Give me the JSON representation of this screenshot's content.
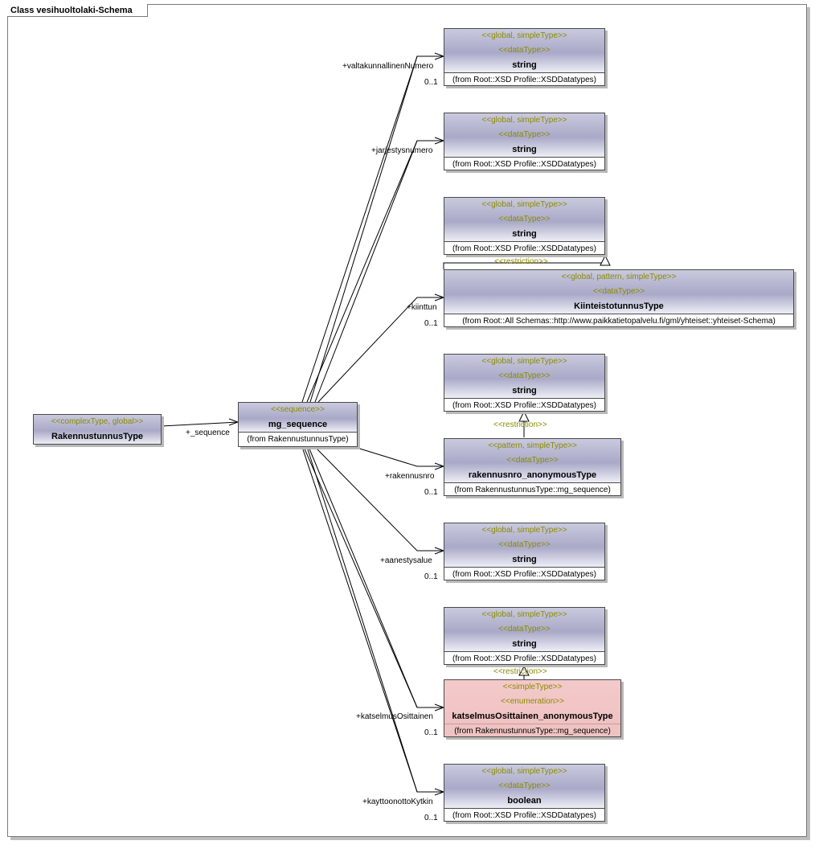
{
  "diagram_title": "Class vesihuoltolaki-Schema",
  "classes": [
    {
      "id": "rakennustunnus",
      "stereotypes": [
        "<<complexType, global>>"
      ],
      "name": "RakennustunnusType",
      "from": ""
    },
    {
      "id": "mg_sequence",
      "stereotypes": [
        "<<sequence>>"
      ],
      "name": "mg_sequence",
      "from": "(from RakennustunnusType)"
    },
    {
      "id": "string1",
      "stereotypes": [
        "<<global, simpleType>>",
        "<<dataType>>"
      ],
      "name": "string",
      "from": "(from Root::XSD Profile::XSDDatatypes)"
    },
    {
      "id": "string2",
      "stereotypes": [
        "<<global, simpleType>>",
        "<<dataType>>"
      ],
      "name": "string",
      "from": "(from Root::XSD Profile::XSDDatatypes)"
    },
    {
      "id": "string3",
      "stereotypes": [
        "<<global, simpleType>>",
        "<<dataType>>"
      ],
      "name": "string",
      "from": "(from Root::XSD Profile::XSDDatatypes)"
    },
    {
      "id": "kiinteisto",
      "stereotypes": [
        "<<global, pattern, simpleType>>",
        "<<dataType>>"
      ],
      "name": "KiinteistotunnusType",
      "from": "(from Root::All Schemas::http://www.paikkatietopalvelu.fi/gml/yhteiset::yhteiset-Schema)"
    },
    {
      "id": "string4",
      "stereotypes": [
        "<<global, simpleType>>",
        "<<dataType>>"
      ],
      "name": "string",
      "from": "(from Root::XSD Profile::XSDDatatypes)"
    },
    {
      "id": "rakennusnro",
      "stereotypes": [
        "<<pattern, simpleType>>",
        "<<dataType>>"
      ],
      "name": "rakennusnro_anonymousType",
      "from": "(from RakennustunnusType::mg_sequence)"
    },
    {
      "id": "string5",
      "stereotypes": [
        "<<global, simpleType>>",
        "<<dataType>>"
      ],
      "name": "string",
      "from": "(from Root::XSD Profile::XSDDatatypes)"
    },
    {
      "id": "string6",
      "stereotypes": [
        "<<global, simpleType>>",
        "<<dataType>>"
      ],
      "name": "string",
      "from": "(from Root::XSD Profile::XSDDatatypes)"
    },
    {
      "id": "katselmus",
      "stereotypes": [
        "<<simpleType>>",
        "<<enumeration>>"
      ],
      "name": "katselmusOsittainen_anonymousType",
      "from": "(from RakennustunnusType::mg_sequence)"
    },
    {
      "id": "boolean",
      "stereotypes": [
        "<<global, simpleType>>",
        "<<dataType>>"
      ],
      "name": "boolean",
      "from": "(from Root::XSD Profile::XSDDatatypes)"
    }
  ],
  "associations": [
    {
      "role": "+_sequence",
      "multiplicity": ""
    },
    {
      "role": "+valtakunnallinenNumero",
      "multiplicity": "0..1"
    },
    {
      "role": "+jarjestysnumero",
      "multiplicity": ""
    },
    {
      "role": "+kiinttun",
      "multiplicity": "0..1"
    },
    {
      "role": "+rakennusnro",
      "multiplicity": "0..1"
    },
    {
      "role": "+aanestysalue",
      "multiplicity": "0..1"
    },
    {
      "role": "+katselmusOsittainen",
      "multiplicity": "0..1"
    },
    {
      "role": "+kayttoonottoKytkin",
      "multiplicity": "0..1"
    }
  ],
  "restrictions": [
    {
      "label": "<<restriction>>"
    },
    {
      "label": "<<restriction>>"
    },
    {
      "label": "<<restriction>>"
    }
  ],
  "colors": {
    "stereotype": "#8b8b00",
    "header": "#9d9dc0",
    "enumeration_fill": "#f0c3c3"
  }
}
